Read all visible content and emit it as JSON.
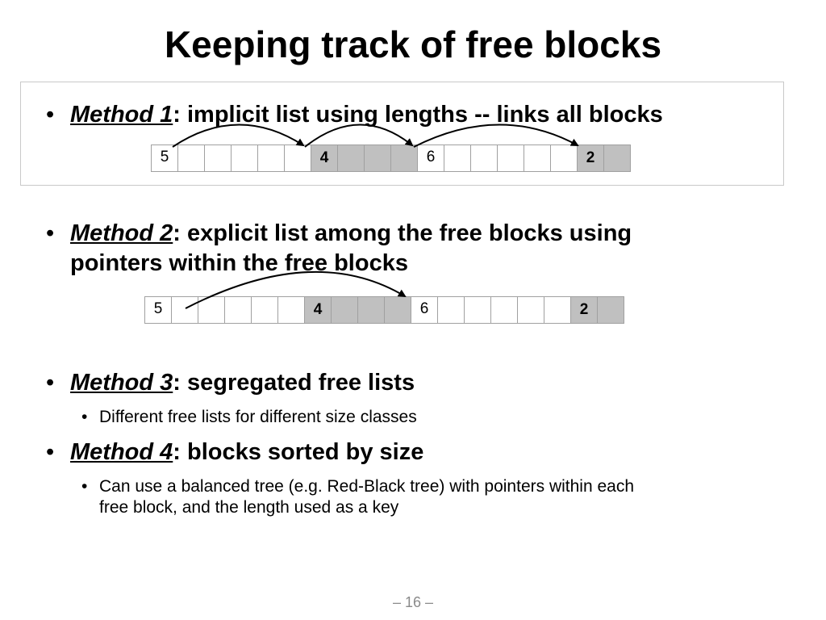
{
  "slide": {
    "title": "Keeping track of free blocks",
    "page_number": "– 16 –"
  },
  "methods": [
    {
      "label": "Method 1",
      "text": ": implicit list using lengths -- links all blocks"
    },
    {
      "label": "Method 2",
      "text": ": explicit list among the free blocks using",
      "text2": "pointers within the free blocks"
    },
    {
      "label": "Method 3",
      "text": ": segregated free lists",
      "sub": "Different free lists for different size classes"
    },
    {
      "label": "Method 4",
      "text": ": blocks sorted by size",
      "sub": "Can use a balanced tree (e.g. Red-Black tree) with pointers within each",
      "sub2": "free block, and the length used as a key"
    }
  ],
  "heap_strip_1": {
    "cells": [
      {
        "label": "5",
        "type": "alloc-header"
      },
      {
        "label": "",
        "type": "alloc"
      },
      {
        "label": "",
        "type": "alloc"
      },
      {
        "label": "",
        "type": "alloc"
      },
      {
        "label": "",
        "type": "alloc"
      },
      {
        "label": "",
        "type": "alloc"
      },
      {
        "label": "4",
        "type": "free-header"
      },
      {
        "label": "",
        "type": "free"
      },
      {
        "label": "",
        "type": "free"
      },
      {
        "label": "",
        "type": "free"
      },
      {
        "label": "6",
        "type": "alloc-header"
      },
      {
        "label": "",
        "type": "alloc"
      },
      {
        "label": "",
        "type": "alloc"
      },
      {
        "label": "",
        "type": "alloc"
      },
      {
        "label": "",
        "type": "alloc"
      },
      {
        "label": "",
        "type": "alloc"
      },
      {
        "label": "2",
        "type": "free-header"
      },
      {
        "label": "",
        "type": "free"
      }
    ]
  },
  "heap_strip_2": {
    "cells": [
      {
        "label": "5",
        "type": "alloc-header"
      },
      {
        "label": "",
        "type": "alloc"
      },
      {
        "label": "",
        "type": "alloc"
      },
      {
        "label": "",
        "type": "alloc"
      },
      {
        "label": "",
        "type": "alloc"
      },
      {
        "label": "",
        "type": "alloc"
      },
      {
        "label": "4",
        "type": "free-header"
      },
      {
        "label": "",
        "type": "free"
      },
      {
        "label": "",
        "type": "free"
      },
      {
        "label": "",
        "type": "free"
      },
      {
        "label": "6",
        "type": "alloc-header"
      },
      {
        "label": "",
        "type": "alloc"
      },
      {
        "label": "",
        "type": "alloc"
      },
      {
        "label": "",
        "type": "alloc"
      },
      {
        "label": "",
        "type": "alloc"
      },
      {
        "label": "",
        "type": "alloc"
      },
      {
        "label": "2",
        "type": "free-header"
      },
      {
        "label": "",
        "type": "free"
      }
    ]
  }
}
